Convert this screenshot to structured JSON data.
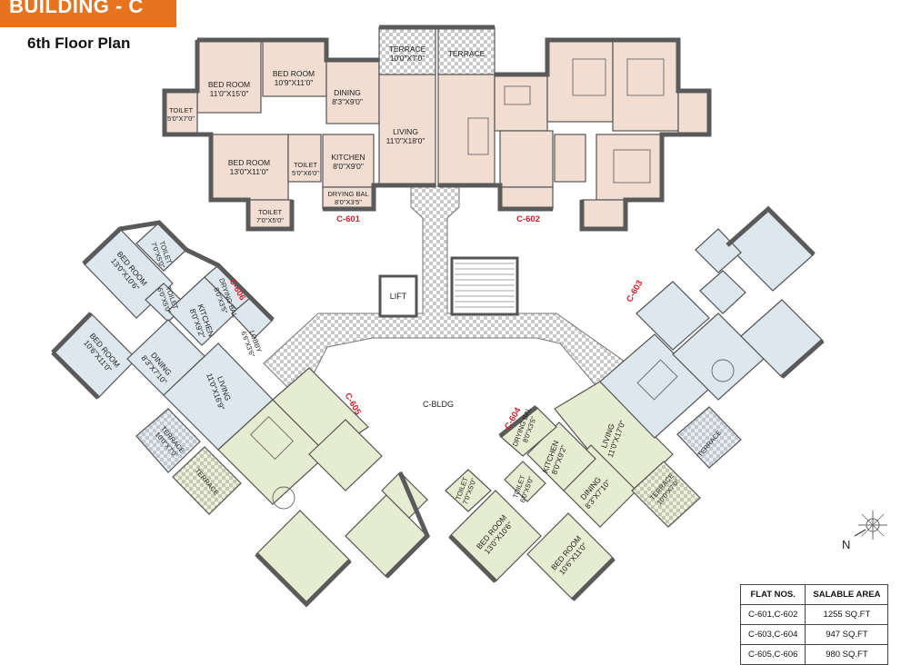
{
  "banner": {
    "title": "BUILDING - C"
  },
  "plan": {
    "floor_title": "6th Floor Plan",
    "building_label": "C-BLDG",
    "lift_label": "LIFT",
    "north_label": "N",
    "colors": {
      "flat_601_606": "#f2ddd3",
      "flat_602_603": "#dde7ee",
      "flat_604_605": "#e6eccf",
      "wall": "#5a5a5a",
      "unit_label": "#d2222d",
      "banner": "#e8731e"
    },
    "units": [
      "C-601",
      "C-602",
      "C-603",
      "C-604",
      "C-605",
      "C-606"
    ],
    "rooms_601": [
      {
        "name": "BED ROOM",
        "size": "11'0\"X15'0\""
      },
      {
        "name": "BED ROOM",
        "size": "10'9\"X11'0\""
      },
      {
        "name": "TOILET",
        "size": "5'0\"X7'0\""
      },
      {
        "name": "DINING",
        "size": "8'3\"X9'0\""
      },
      {
        "name": "TERRACE",
        "size": "10'0\"X7'0\""
      },
      {
        "name": "LIVING",
        "size": "11'0\"X18'0\""
      },
      {
        "name": "BED ROOM",
        "size": "13'0\"X11'0\""
      },
      {
        "name": "TOILET",
        "size": "5'0\"X6'0\""
      },
      {
        "name": "KITCHEN",
        "size": "8'0\"X9'0\""
      },
      {
        "name": "DRYING BAL",
        "size": "8'0\"X3'5\""
      },
      {
        "name": "TOILET",
        "size": "7'0\"X5'0\""
      }
    ],
    "terrace_602": {
      "name": "TERRACE"
    },
    "rooms_606": [
      {
        "name": "TOILET",
        "size": "7'0\"X5'0\""
      },
      {
        "name": "BED ROOM",
        "size": "13'0\"X10'6\""
      },
      {
        "name": "TOILET",
        "size": "6'0\"X5'0\""
      },
      {
        "name": "DRYING BAL",
        "size": "8'0\"X3'5\""
      },
      {
        "name": "KITCHEN",
        "size": "8'0\"X9'2\""
      },
      {
        "name": "LOBBY",
        "size": "6'6\"X3'6\""
      },
      {
        "name": "BED ROOM",
        "size": "10'6\"X11'0\""
      },
      {
        "name": "DINING",
        "size": "8'3\"X7'10\""
      },
      {
        "name": "LIVING",
        "size": "11'0\"X16'9\""
      },
      {
        "name": "TERRACE",
        "size": "10'0\"X7'0\""
      }
    ],
    "terrace_605": {
      "name": "TERRACE"
    },
    "rooms_604": [
      {
        "name": "DRYING BAL",
        "size": "8'0\"X3'5\""
      },
      {
        "name": "LIVING",
        "size": "11'0\"X17'0\""
      },
      {
        "name": "KITCHEN",
        "size": "8'0\"X9'2\""
      },
      {
        "name": "TOILET",
        "size": "6'0\"X5'0\""
      },
      {
        "name": "TOILET",
        "size": "7'0\"X5'0\""
      },
      {
        "name": "DINING",
        "size": "8'3\"X7'10\""
      },
      {
        "name": "BED ROOM",
        "size": "13'0\"X10'6\""
      },
      {
        "name": "BED ROOM",
        "size": "10'6\"X11'0\""
      },
      {
        "name": "TERRACE",
        "size": "10'0\"X7'0\""
      }
    ],
    "terrace_603": {
      "name": "TERRACE"
    }
  },
  "area_table": {
    "headers": [
      "FLAT NOS.",
      "SALABLE AREA"
    ],
    "rows": [
      {
        "flats": "C-601,C-602",
        "area": "1255 SQ.FT"
      },
      {
        "flats": "C-603,C-604",
        "area": "947 SQ.FT"
      },
      {
        "flats": "C-605,C-606",
        "area": "980 SQ.FT"
      }
    ]
  }
}
